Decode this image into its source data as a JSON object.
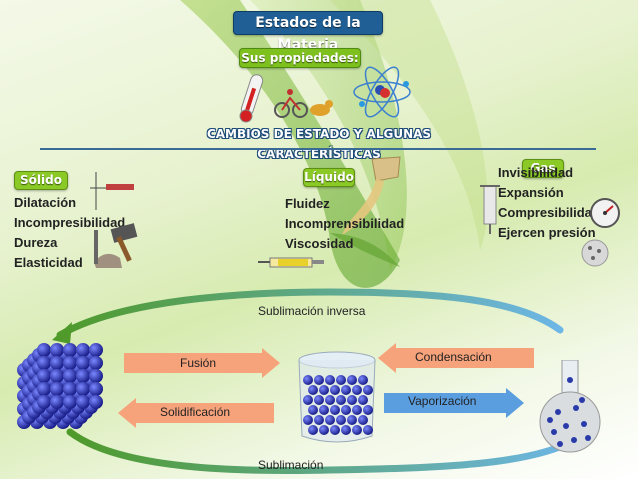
{
  "header": {
    "title": "Estados de la Materia",
    "subtitle": "Sus propiedades:",
    "banner": "CAMBIOS DE ESTADO Y ALGUNAS CARACTERÍSTICAS"
  },
  "states": {
    "solid": {
      "heading": "Sólido",
      "properties": [
        "Dilatación",
        "Incompresibilidad",
        "Dureza",
        "Elasticidad"
      ]
    },
    "liquid": {
      "heading": "Líquido",
      "properties": [
        "Fluidez",
        "Incomprensibilidad",
        "Viscosidad"
      ]
    },
    "gas": {
      "heading": "Gas",
      "properties": [
        "Invisibilidad",
        "Expansión",
        "Compresibilidad",
        "Ejercen presión"
      ]
    }
  },
  "transitions": {
    "sublimacion_inversa": "Sublimación inversa",
    "fusion": "Fusión",
    "solidificacion": "Solidificación",
    "condensacion": "Condensación",
    "vaporizacion": "Vaporización",
    "sublimacion": "Sublimación"
  },
  "colors": {
    "title_bg": "#1f5f96",
    "subtitle_bg": "#7ec11f",
    "heading_bg": "#8ac926",
    "arrow_orange": "#f6a27a",
    "arrow_blue": "#5a9ee0",
    "rule": "#3a6b96"
  },
  "icons": [
    "thermometer-icon",
    "atom-icon",
    "hammer-icon",
    "syringe-icon",
    "pressure-gauge-icon",
    "molecule-cube-icon",
    "beaker-icon",
    "flask-icon"
  ]
}
